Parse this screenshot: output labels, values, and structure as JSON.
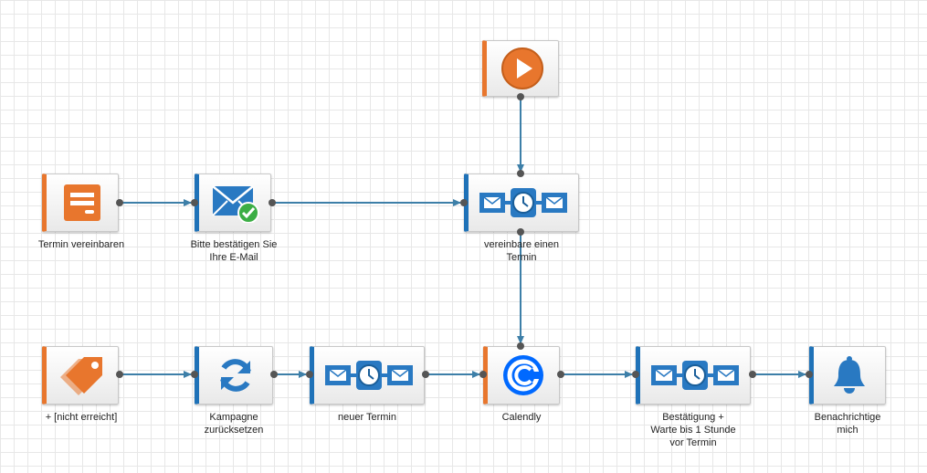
{
  "colors": {
    "arrow": "#3d7fa8",
    "orange_accent": "#e8762d",
    "blue_accent": "#1f72b8",
    "icon_blue": "#2979c2",
    "icon_orange": "#e8762d",
    "check_green": "#3cae45"
  },
  "nodes": {
    "start": {
      "icon": "play-icon",
      "label": ""
    },
    "termin_vereinbaren": {
      "icon": "form-icon",
      "label": "Termin vereinbaren"
    },
    "bitte_bestaetigen": {
      "icon": "email-check-icon",
      "label_line1": "Bitte bestätigen Sie",
      "label_line2": "Ihre E-Mail"
    },
    "vereinbare_termin": {
      "icon": "email-sequence-icon",
      "label_line1": "vereinbare einen",
      "label_line2": "Termin"
    },
    "nicht_erreicht": {
      "icon": "tag-icon",
      "label": "+ [nicht erreicht]"
    },
    "kampagne_zuruecksetzen": {
      "icon": "refresh-icon",
      "label_line1": "Kampagne",
      "label_line2": "zurücksetzen"
    },
    "neuer_termin": {
      "icon": "email-sequence-icon",
      "label": "neuer Termin"
    },
    "calendly": {
      "icon": "calendly-icon",
      "label": "Calendly"
    },
    "bestaetigung": {
      "icon": "email-sequence-icon",
      "label_line1": "Bestätigung +",
      "label_line2": "Warte bis 1 Stunde",
      "label_line3": "vor Termin"
    },
    "benachrichtige": {
      "icon": "bell-icon",
      "label_line1": "Benachrichtige",
      "label_line2": "mich"
    }
  }
}
